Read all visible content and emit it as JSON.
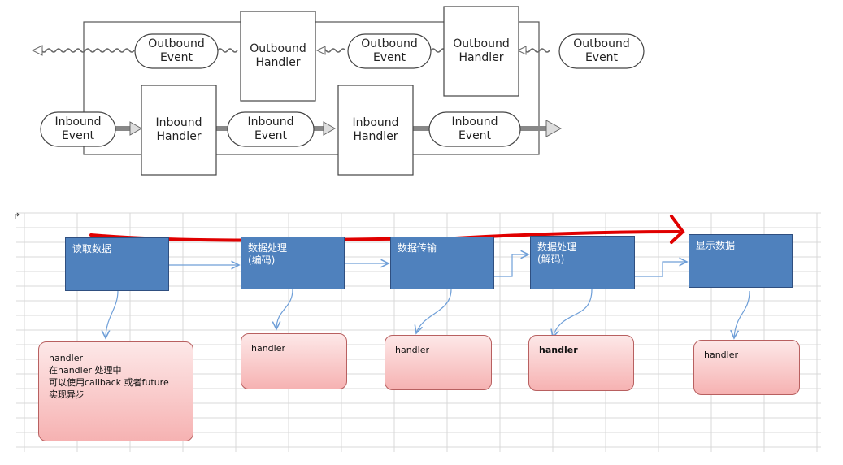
{
  "top_diagram": {
    "outbound_event_label": "Outbound\nEvent",
    "outbound_handler_label": "Outbound\nHandler",
    "inbound_event_label": "Inbound\nEvent",
    "inbound_handler_label": "Inbound\nHandler"
  },
  "corner_mark": "↱",
  "flow": {
    "steps": [
      {
        "title": "读取数据"
      },
      {
        "title": "数据处理\n(编码)"
      },
      {
        "title": "数据传输"
      },
      {
        "title": "数据处理\n(解码)"
      },
      {
        "title": "显示数据"
      }
    ],
    "handlers": [
      {
        "text_lines": [
          "handler",
          "在handler 处理中",
          "可以使用callback 或者future",
          "实现异步"
        ]
      },
      {
        "text_lines": [
          "handler"
        ]
      },
      {
        "text_lines": [
          "handler"
        ]
      },
      {
        "text_lines": [
          "handler"
        ]
      },
      {
        "text_lines": [
          "handler"
        ]
      }
    ]
  },
  "colors": {
    "step_fill": "#4f81bd",
    "handler_fill": "#f6b2b2",
    "red_arrow": "#e00000",
    "connector": "#6f9fd8",
    "grid": "#d9d9d9"
  }
}
